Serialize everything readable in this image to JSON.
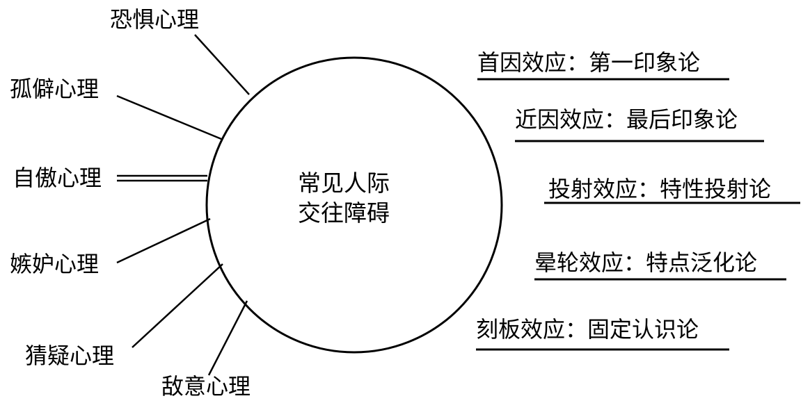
{
  "center": {
    "line1": "常见人际",
    "line2": "交往障碍"
  },
  "barriers": [
    "恐惧心理",
    "孤僻心理",
    "自傲心理",
    "嫉妒心理",
    "猜疑心理",
    "敌意心理"
  ],
  "effects": [
    "首因效应：第一印象论",
    "近因效应：最后印象论",
    "投射效应：特性投射论",
    "晕轮效应：特点泛化论",
    "刻板效应：固定认识论"
  ]
}
